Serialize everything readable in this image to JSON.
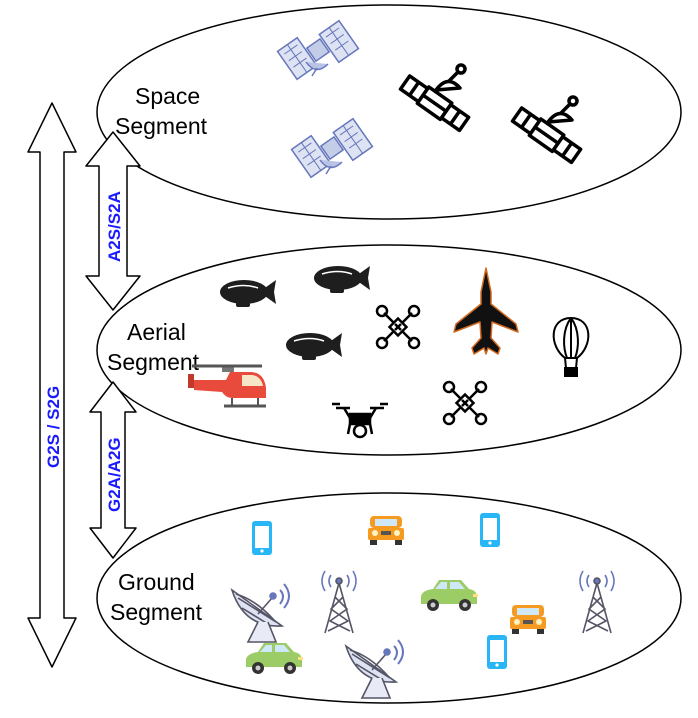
{
  "segments": {
    "space": {
      "line1": "Space",
      "line2": "Segment"
    },
    "aerial": {
      "line1": "Aerial",
      "line2": "Segment"
    },
    "ground": {
      "line1": "Ground",
      "line2": "Segment"
    }
  },
  "links": {
    "g2s": "G2S / S2G",
    "a2s": "A2S/S2A",
    "g2a": "G2A/A2G"
  },
  "colors": {
    "link_text": "#1a1aff",
    "sketch_blue": "#6677bb",
    "car_green": "#9ccc65",
    "car_orange": "#f59b22",
    "phone_blue": "#29b6f6",
    "helicopter_red": "#e84a3c",
    "fighter_orange": "#d2691e"
  },
  "icons": {
    "space": [
      "satellite-sketch-icon",
      "satellite-outline-icon"
    ],
    "aerial": [
      "blimp-icon",
      "drone-icon",
      "fighter-jet-icon",
      "hot-air-balloon-icon",
      "helicopter-icon",
      "camera-drone-icon"
    ],
    "ground": [
      "smartphone-icon",
      "car-icon",
      "satellite-dish-icon",
      "cell-tower-icon"
    ]
  }
}
